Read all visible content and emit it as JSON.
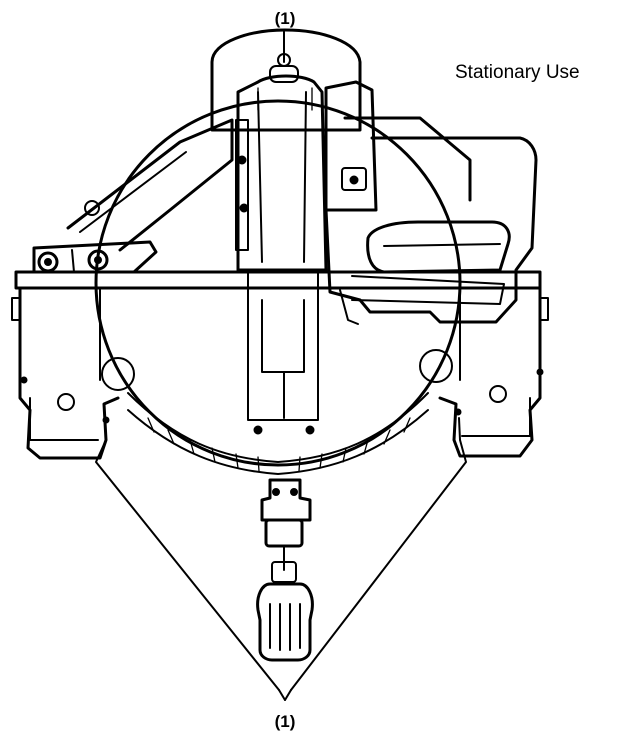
{
  "caption": "Stationary Use",
  "callouts": {
    "top": "(1)",
    "bottom": "(1)"
  },
  "colors": {
    "ink": "#000000",
    "paper": "#ffffff"
  }
}
